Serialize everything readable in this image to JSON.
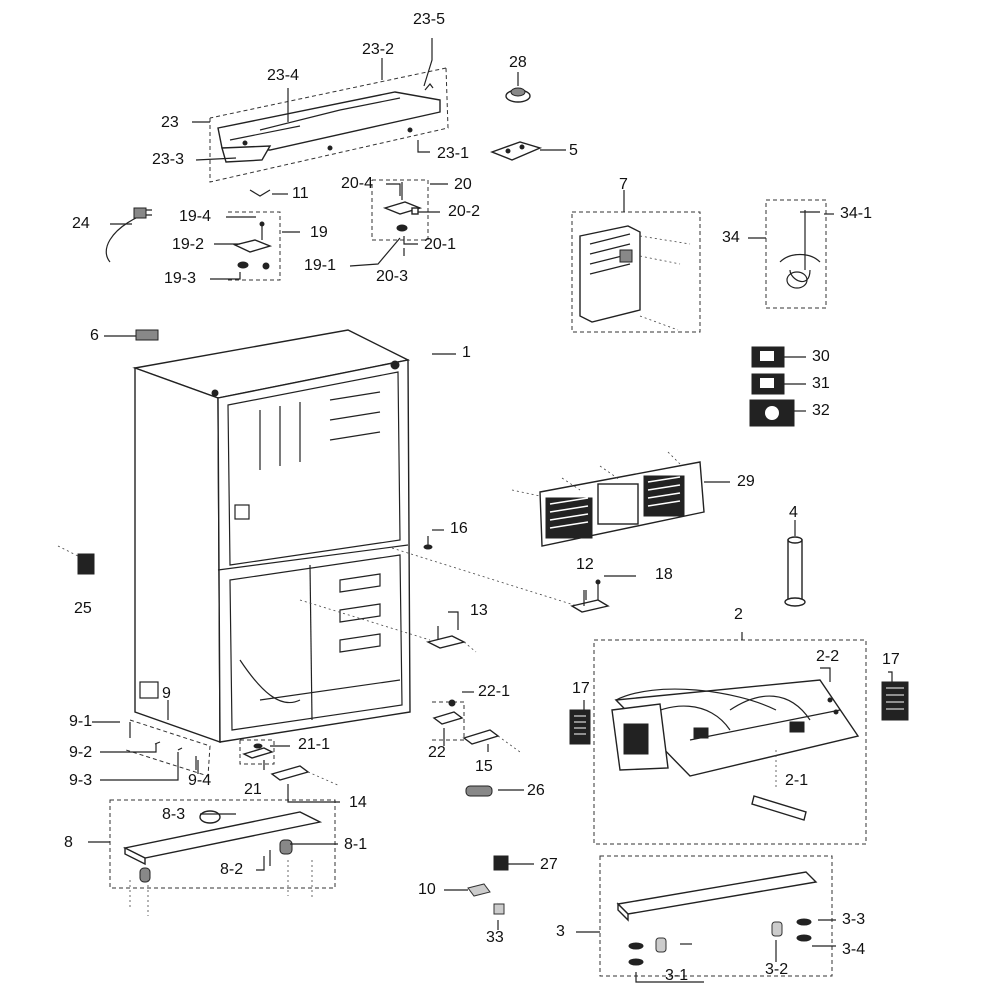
{
  "labels": {
    "p1": "1",
    "p2": "2",
    "p2_1": "2-1",
    "p2_2": "2-2",
    "p3": "3",
    "p3_1": "3-1",
    "p3_2": "3-2",
    "p3_3": "3-3",
    "p3_4": "3-4",
    "p4": "4",
    "p5": "5",
    "p6": "6",
    "p7": "7",
    "p8": "8",
    "p8_1": "8-1",
    "p8_2": "8-2",
    "p8_3": "8-3",
    "p9": "9",
    "p9_1": "9-1",
    "p9_2": "9-2",
    "p9_3": "9-3",
    "p9_4": "9-4",
    "p10": "10",
    "p11": "11",
    "p12": "12",
    "p13": "13",
    "p14": "14",
    "p15": "15",
    "p16": "16",
    "p17a": "17",
    "p17b": "17",
    "p18": "18",
    "p19": "19",
    "p19_1": "19-1",
    "p19_2": "19-2",
    "p19_3": "19-3",
    "p19_4": "19-4",
    "p20": "20",
    "p20_1": "20-1",
    "p20_2": "20-2",
    "p20_3": "20-3",
    "p20_4": "20-4",
    "p21": "21",
    "p21_1": "21-1",
    "p22": "22",
    "p22_1": "22-1",
    "p23": "23",
    "p23_1": "23-1",
    "p23_2": "23-2",
    "p23_3": "23-3",
    "p23_4": "23-4",
    "p23_5": "23-5",
    "p24": "24",
    "p25": "25",
    "p26": "26",
    "p27": "27",
    "p28": "28",
    "p29": "29",
    "p30": "30",
    "p31": "31",
    "p32": "32",
    "p33": "33",
    "p34": "34",
    "p34_1": "34-1"
  }
}
